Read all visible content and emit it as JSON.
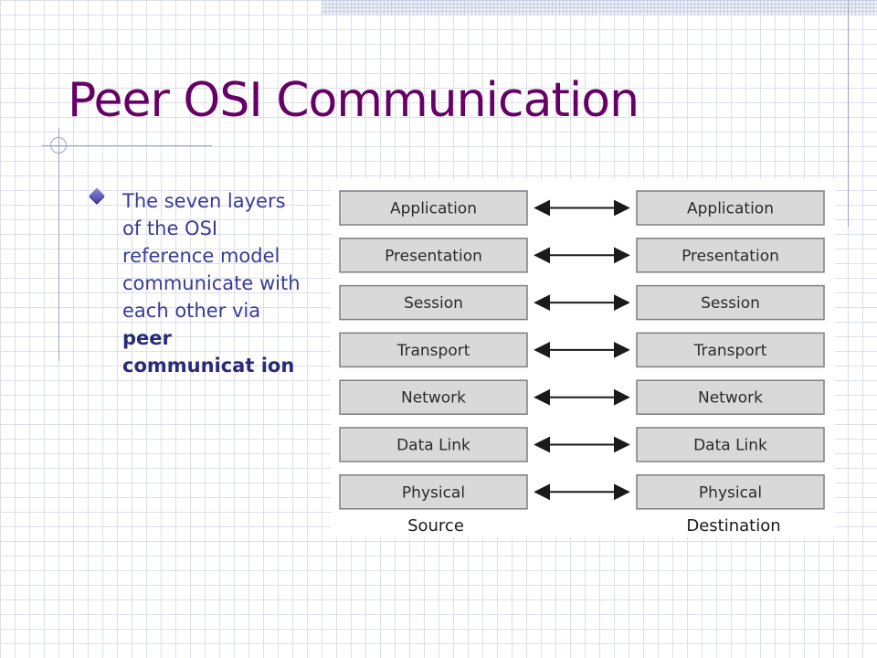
{
  "slide": {
    "title": "Peer OSI Communication",
    "bullet": {
      "text_before": "The seven layers of the OSI reference model communicate with each other via ",
      "emphasis": "peer communicat ion"
    }
  },
  "diagram": {
    "layers": [
      "Application",
      "Presentation",
      "Session",
      "Transport",
      "Network",
      "Data Link",
      "Physical"
    ],
    "source_label": "Source",
    "destination_label": "Destination",
    "colors": {
      "box_fill": "#d9d9d9",
      "box_stroke": "#7f7f7f",
      "arrow": "#1a1a1a"
    }
  }
}
